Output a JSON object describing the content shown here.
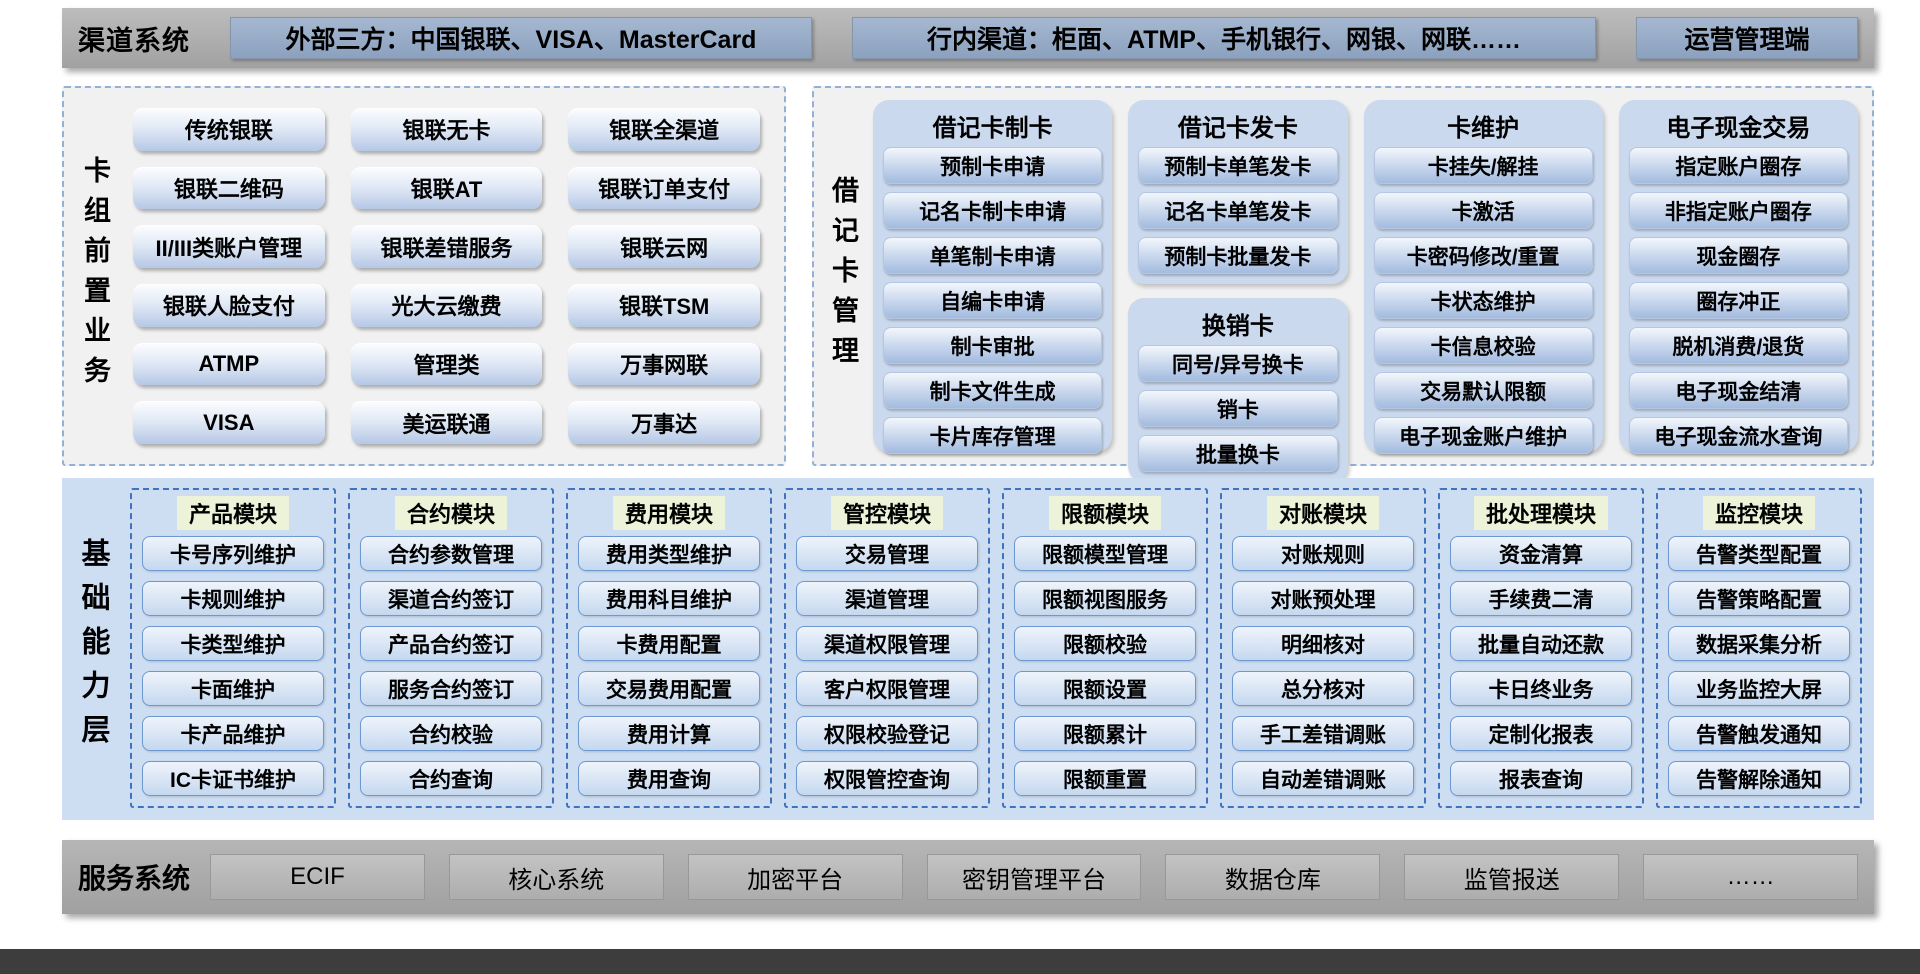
{
  "colors": {
    "container_gray": "#aaaaaa",
    "channel_box_blue": "#93a9c6",
    "panel_bg": "#f1f1f1",
    "panel_dashed_border": "#93b1d5",
    "group_bg": "#cbd9ee",
    "button_gradient_top": "#f3f7fc",
    "button_gradient_bottom": "#a2bbdf",
    "base_layer_bg": "#cdddf2",
    "module_dashed_border": "#3f74bd",
    "module_header_bg": "#edf3d9",
    "service_box_gray": "#b8b8b8",
    "bottom_bar_dark": "#3d3d3d"
  },
  "channel_system": {
    "label": "渠道系统",
    "boxes": [
      "外部三方：中国银联、VISA、MasterCard",
      "行内渠道：柜面、ATMP、手机银行、网银、网联……",
      "运营管理端"
    ]
  },
  "card_front": {
    "label": "卡组前置业务",
    "buttons": [
      "传统银联",
      "银联无卡",
      "银联全渠道",
      "银联二维码",
      "银联AT",
      "银联订单支付",
      "II/III类账户管理",
      "银联差错服务",
      "银联云网",
      "银联人脸支付",
      "光大云缴费",
      "银联TSM",
      "ATMP",
      "管理类",
      "万事网联",
      "VISA",
      "美运联通",
      "万事达"
    ]
  },
  "debit_management": {
    "label": "借记卡管理",
    "groups": [
      {
        "title": "借记卡制卡",
        "items": [
          "预制卡申请",
          "记名卡制卡申请",
          "单笔制卡申请",
          "自编卡申请",
          "制卡审批",
          "制卡文件生成",
          "卡片库存管理"
        ]
      },
      {
        "title": "借记卡发卡",
        "items": [
          "预制卡单笔发卡",
          "记名卡单笔发卡",
          "预制卡批量发卡"
        ]
      },
      {
        "title": "换销卡",
        "items": [
          "同号/异号换卡",
          "销卡",
          "批量换卡"
        ]
      },
      {
        "title": "卡维护",
        "items": [
          "卡挂失/解挂",
          "卡激活",
          "卡密码修改/重置",
          "卡状态维护",
          "卡信息校验",
          "交易默认限额",
          "电子现金账户维护"
        ]
      },
      {
        "title": "电子现金交易",
        "items": [
          "指定账户圈存",
          "非指定账户圈存",
          "现金圈存",
          "圈存冲正",
          "脱机消费/退货",
          "电子现金结清",
          "电子现金流水查询"
        ]
      }
    ]
  },
  "base_layer": {
    "label": "基础能力层",
    "modules": [
      {
        "title": "产品模块",
        "items": [
          "卡号序列维护",
          "卡规则维护",
          "卡类型维护",
          "卡面维护",
          "卡产品维护",
          "IC卡证书维护"
        ]
      },
      {
        "title": "合约模块",
        "items": [
          "合约参数管理",
          "渠道合约签订",
          "产品合约签订",
          "服务合约签订",
          "合约校验",
          "合约查询"
        ]
      },
      {
        "title": "费用模块",
        "items": [
          "费用类型维护",
          "费用科目维护",
          "卡费用配置",
          "交易费用配置",
          "费用计算",
          "费用查询"
        ]
      },
      {
        "title": "管控模块",
        "items": [
          "交易管理",
          "渠道管理",
          "渠道权限管理",
          "客户权限管理",
          "权限校验登记",
          "权限管控查询"
        ]
      },
      {
        "title": "限额模块",
        "items": [
          "限额模型管理",
          "限额视图服务",
          "限额校验",
          "限额设置",
          "限额累计",
          "限额重置"
        ]
      },
      {
        "title": "对账模块",
        "items": [
          "对账规则",
          "对账预处理",
          "明细核对",
          "总分核对",
          "手工差错调账",
          "自动差错调账"
        ]
      },
      {
        "title": "批处理模块",
        "items": [
          "资金清算",
          "手续费二清",
          "批量自动还款",
          "卡日终业务",
          "定制化报表",
          "报表查询"
        ]
      },
      {
        "title": "监控模块",
        "items": [
          "告警类型配置",
          "告警策略配置",
          "数据采集分析",
          "业务监控大屏",
          "告警触发通知",
          "告警解除通知"
        ]
      }
    ]
  },
  "service_system": {
    "label": "服务系统",
    "boxes": [
      "ECIF",
      "核心系统",
      "加密平台",
      "密钥管理平台",
      "数据仓库",
      "监管报送",
      "……"
    ]
  }
}
